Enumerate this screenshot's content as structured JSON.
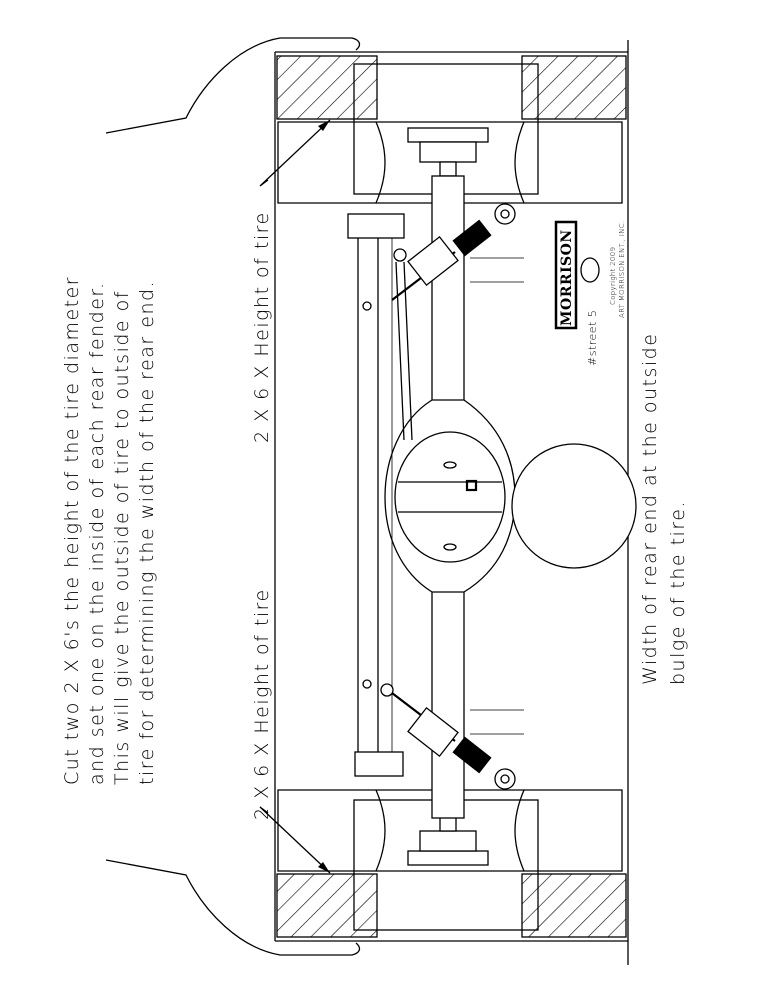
{
  "instructions": {
    "line1": "Cut two 2 X 6's the height of the tire diameter",
    "line2": "and set one on the inside of each rear fender.",
    "line3": "This will give the outside of tire to outside of",
    "line4": "tire for determining the width of the rear end."
  },
  "board_label_top": "2 X 6 X Height of tire",
  "board_label_bottom": "2 X 6 X Height of tire",
  "width_note": {
    "line1": "Width of rear end at the outside",
    "line2": "bulge of the tire."
  },
  "logo": {
    "brand": "MORRISON",
    "model": "#street 5",
    "copyright1": "Copyright 2009",
    "copyright2": "ART MORRISON ENT., INC."
  }
}
